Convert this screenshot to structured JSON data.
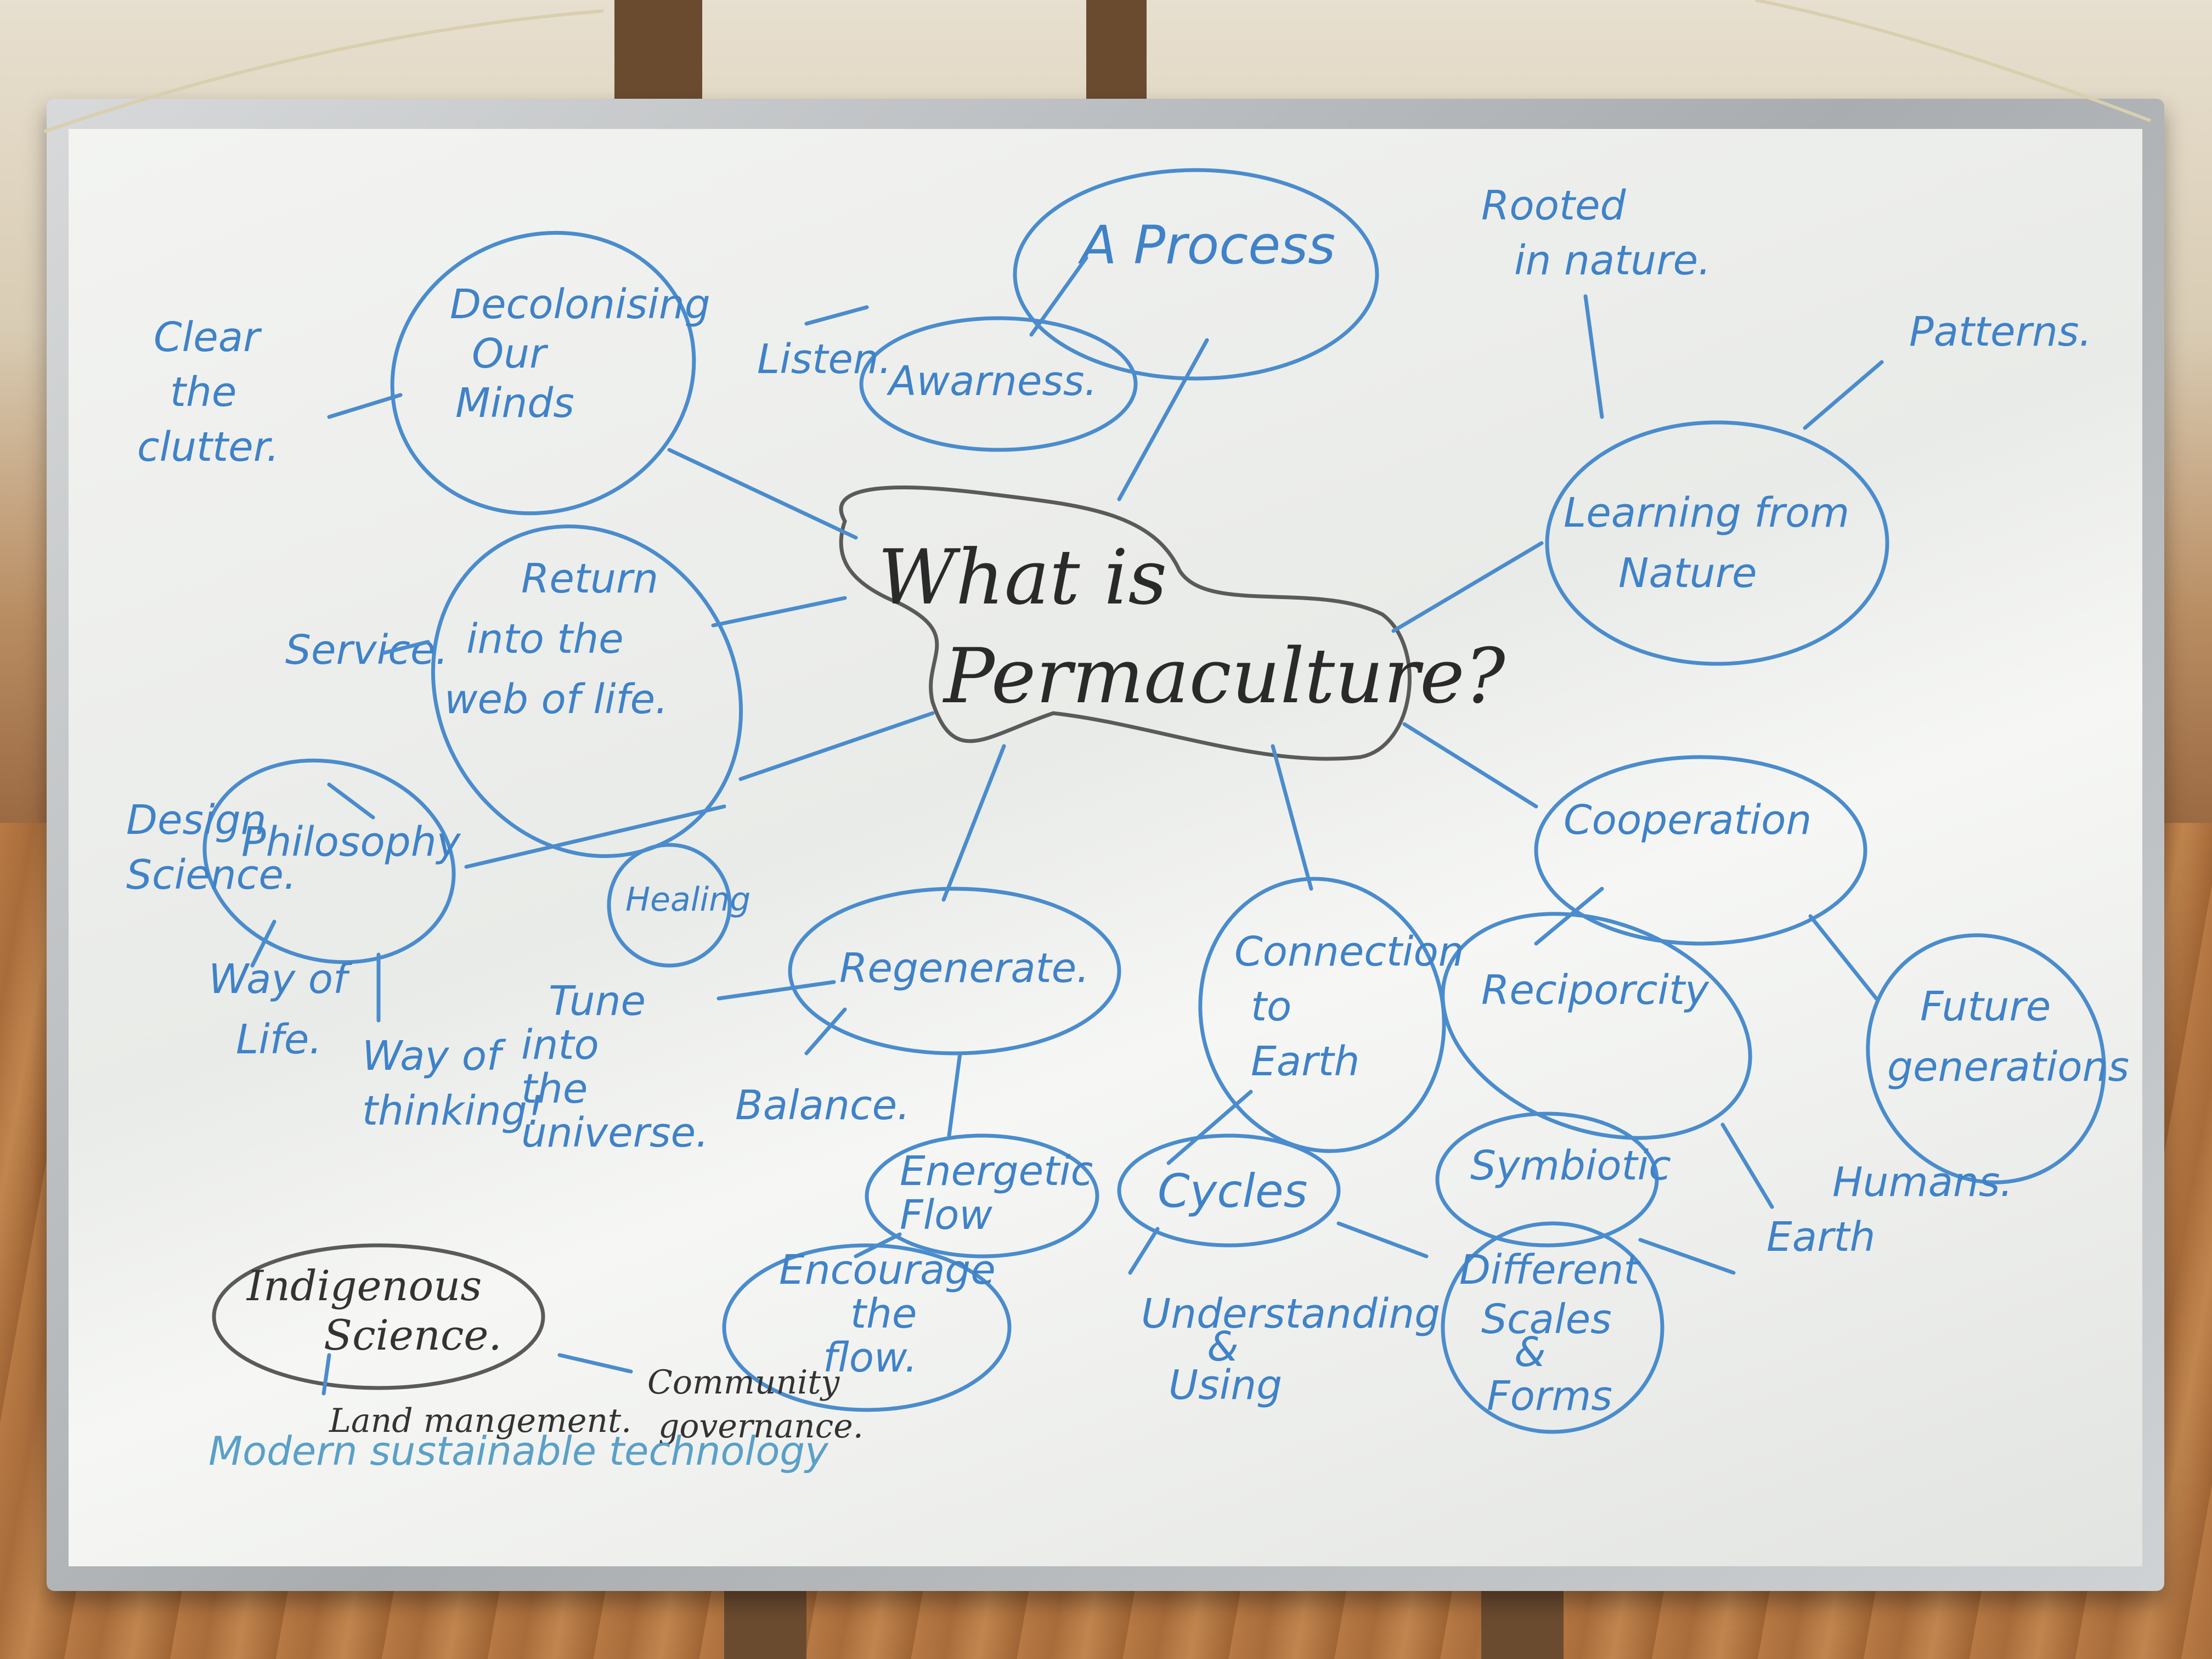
{
  "title": [
    "What is",
    "Permaculture?"
  ],
  "nodes": {
    "process": "A Process",
    "awareness": "Awarness.",
    "listen": "Listen.",
    "decolonising": [
      "Decolonising",
      "Our",
      "Minds"
    ],
    "clear": [
      "Clear",
      "the",
      "clutter."
    ],
    "return": [
      "Return",
      "into the",
      "web of life."
    ],
    "service": "Service.",
    "philosophy": "Philosophy",
    "design": [
      "Design",
      "Science."
    ],
    "wayoflife": [
      "Way of",
      "Life."
    ],
    "wayofthinking": [
      "Way of",
      "thinking!"
    ],
    "healing": "Healing",
    "tune": [
      "Tune",
      "into",
      "the",
      "universe."
    ],
    "regenerate": "Regenerate.",
    "balance": "Balance.",
    "energetic": [
      "Energetic",
      "Flow"
    ],
    "encourage": [
      "Encourage",
      "the",
      "flow."
    ],
    "learning": [
      "Learning from",
      "Nature"
    ],
    "rooted": [
      "Rooted",
      "in nature."
    ],
    "patterns": "Patterns.",
    "cooperation": "Cooperation",
    "reciprocity": "Reciporcity",
    "future": [
      "Future",
      "generations"
    ],
    "humans": "Humans.",
    "earth": "Earth",
    "connection": [
      "Connection",
      "to",
      "Earth"
    ],
    "symbiotic": "Symbiotic",
    "cycles": "Cycles",
    "understanding": [
      "Understanding",
      "&",
      "Using"
    ],
    "scales": [
      "Different",
      "Scales",
      "&",
      "Forms"
    ],
    "indigenous": [
      "Indigenous",
      "Science."
    ],
    "land": "Land mangement.",
    "community": [
      "Community",
      "governance."
    ],
    "modern": "Modern sustainable technology"
  },
  "colors": {
    "ink_blue": "#4a8ccd",
    "ink_dark": "#2a2a2a"
  }
}
